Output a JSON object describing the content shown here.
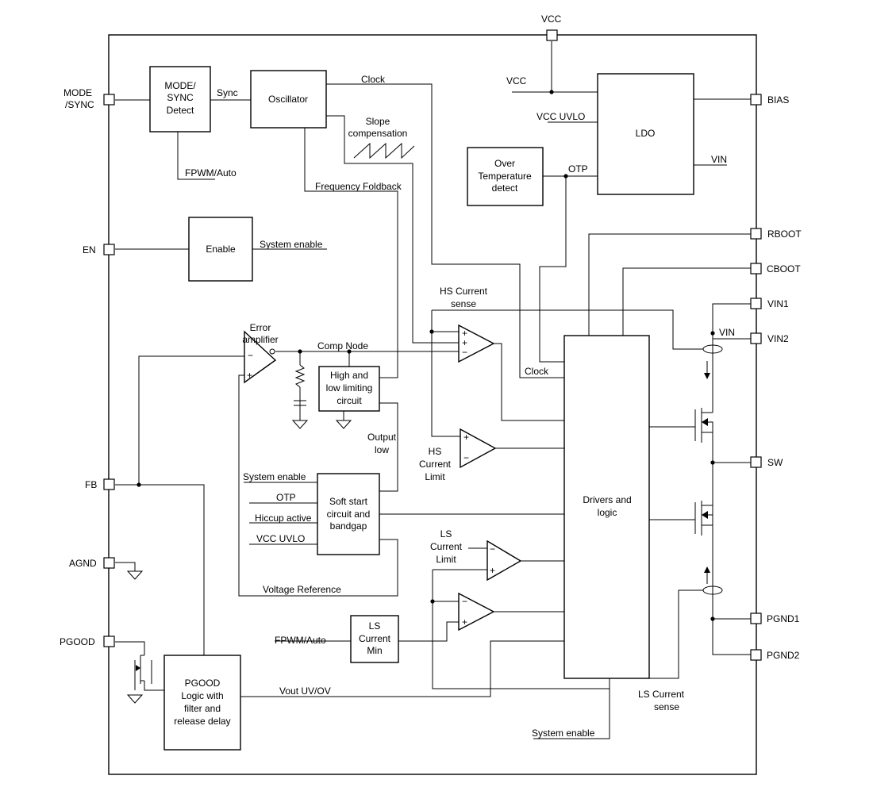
{
  "pins": {
    "vcc": "VCC",
    "mode_sync": [
      "MODE",
      "/SYNC"
    ],
    "en": "EN",
    "fb": "FB",
    "agnd": "AGND",
    "pgood": "PGOOD",
    "bias": "BIAS",
    "rboot": "RBOOT",
    "cboot": "CBOOT",
    "vin1": "VIN1",
    "vin2": "VIN2",
    "sw": "SW",
    "pgnd1": "PGND1",
    "pgnd2": "PGND2"
  },
  "blocks": {
    "mode_sync_detect": [
      "MODE/",
      "SYNC",
      "Detect"
    ],
    "oscillator": "Oscillator",
    "ldo": "LDO",
    "over_temp": [
      "Over",
      "Temperature",
      "detect"
    ],
    "enable": "Enable",
    "limiting": [
      "High and",
      "low limiting",
      "circuit"
    ],
    "soft_start": [
      "Soft start",
      "circuit and",
      "bandgap"
    ],
    "drivers": [
      "Drivers and",
      "logic"
    ],
    "ls_current_min": [
      "LS",
      "Current",
      "Min"
    ],
    "pgood_logic": [
      "PGOOD",
      "Logic with",
      "filter and",
      "release delay"
    ]
  },
  "signals": {
    "sync": "Sync",
    "clock_top": "Clock",
    "slope_comp": [
      "Slope",
      "compensation"
    ],
    "vcc_ldo": "VCC",
    "vcc_uvlo_ldo": "VCC UVLO",
    "vin_ldo": "VIN",
    "otp": "OTP",
    "fpwm_auto_top": "FPWM/Auto",
    "freq_foldback": "Frequency Foldback",
    "system_enable_en": "System enable",
    "hs_current_sense": [
      "HS Current",
      "sense"
    ],
    "error_amp": [
      "Error",
      "amplifier"
    ],
    "comp_node": "Comp Node",
    "clock_mid": "Clock",
    "vin_switch": "VIN",
    "output_low": [
      "Output",
      "low"
    ],
    "hs_current_limit": [
      "HS",
      "Current",
      "Limit"
    ],
    "ss_system_enable": "System enable",
    "ss_otp": "OTP",
    "ss_hiccup": "Hiccup active",
    "ss_vcc_uvlo": "VCC UVLO",
    "ls_current_limit": [
      "LS",
      "Current",
      "Limit"
    ],
    "voltage_reference": "Voltage Reference",
    "fpwm_auto_bottom": "FPWM/Auto",
    "vout_uv_ov": "Vout UV/OV",
    "ls_current_sense": [
      "LS Current",
      "sense"
    ],
    "system_enable_bottom": "System enable"
  }
}
